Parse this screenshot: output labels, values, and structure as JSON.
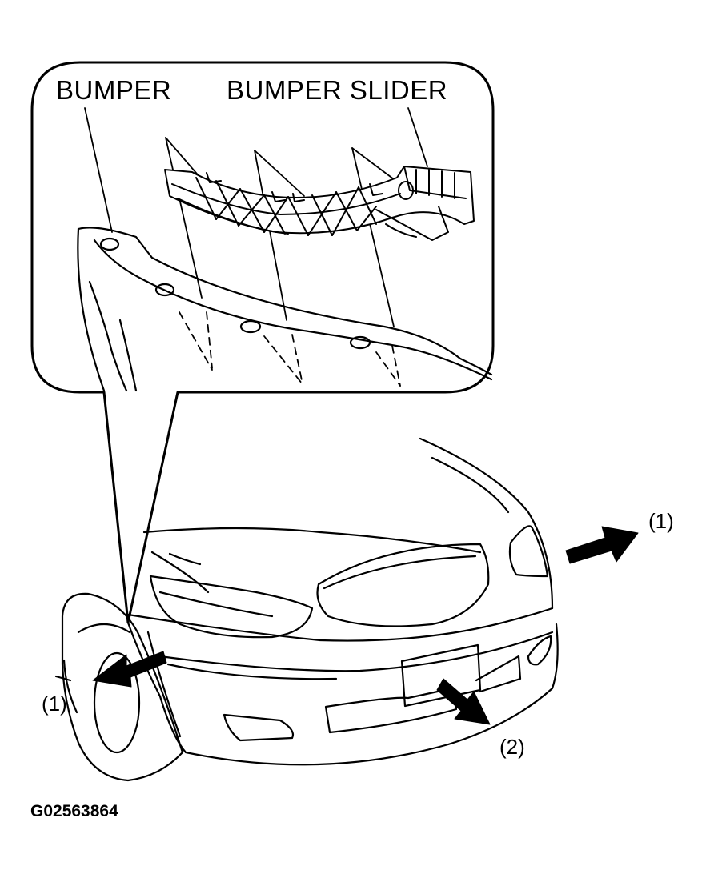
{
  "labels": {
    "bumper": "BUMPER",
    "bumper_slider": "BUMPER SLIDER",
    "step_1_right": "(1)",
    "step_1_left": "(1)",
    "step_2": "(2)",
    "figure_code": "G02563864"
  }
}
